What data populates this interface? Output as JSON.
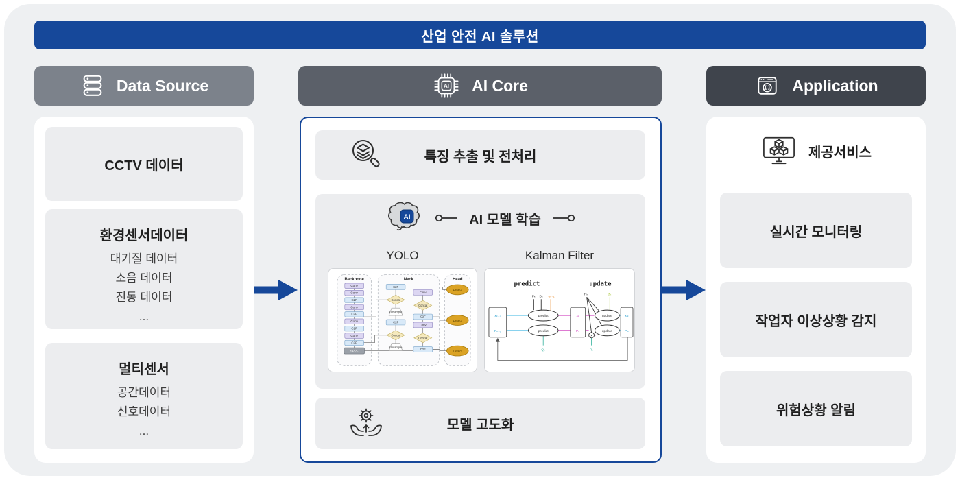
{
  "banner": {
    "title": "산업 안전 AI 솔루션"
  },
  "data_source": {
    "header": "Data Source",
    "cards": [
      {
        "title": "CCTV 데이터",
        "items": []
      },
      {
        "title": "환경센서데이터",
        "items": [
          "대기질 데이터",
          "소음 데이터",
          "진동 데이터",
          "..."
        ]
      },
      {
        "title": "멀티센서",
        "items": [
          "공간데이터",
          "신호데이터",
          "..."
        ]
      }
    ]
  },
  "ai_core": {
    "header": "AI Core",
    "feature_label": "특징 추출 및 전처리",
    "refine_label": "모델 고도화",
    "training": {
      "title": "AI 모델 학습",
      "badge": "AI",
      "model_left": "YOLO",
      "model_right": "Kalman Filter",
      "yolo": {
        "columns": [
          "Backbone",
          "Neck",
          "Head"
        ],
        "backbone_layers": [
          "Conv",
          "Conv",
          "C2F",
          "Conv",
          "C2F",
          "Conv",
          "C2F",
          "Conv",
          "C2F",
          "SPPF"
        ],
        "neck_a": [
          "C2F",
          "Concat",
          "Upsample",
          "C2F",
          "Concat",
          "Upsample"
        ],
        "neck_b": [
          "Conv",
          "Concat",
          "C2F",
          "Conv",
          "Concat",
          "C2F"
        ],
        "head_layers": [
          "Detect",
          "Detect",
          "Detect"
        ]
      },
      "kalman": {
        "predict_label": "predict",
        "update_label": "update",
        "op_predict1": "predict",
        "op_predict2": "predict",
        "op_update1": "update",
        "op_update2": "update",
        "state_left1": "xₖ₋₁",
        "state_left2": "Pₖ₋₁",
        "state_mid1": "xₖ",
        "state_mid2": "Pₖ",
        "state_right1": "x'ₖ",
        "state_right2": "P'ₖ",
        "in_f": "Fₖ",
        "in_b": "Bₖ",
        "in_u": "uₖ₋₁",
        "in_h": "Hₖ",
        "in_z": "zₖ",
        "in_q": "Qₖ",
        "in_r": "Rₖ",
        "gain_node": "×"
      }
    }
  },
  "application": {
    "header": "Application",
    "service_title": "제공서비스",
    "cards": [
      "실시간 모니터링",
      "작업자 이상상황 감지",
      "위험상황 알림"
    ]
  },
  "chip_badge": "AI",
  "colors": {
    "banner_blue": "#16489A",
    "arrow_blue": "#16489A",
    "header_gray_light": "#7C828B",
    "header_gray_mid": "#5B6069",
    "header_gray_dark": "#3F444C",
    "container_bg": "#EEF0F2",
    "panel_bg": "#FFFFFF",
    "card_bg": "#ECEDEF",
    "yolo_conv": "#DCD6F2",
    "yolo_c2f": "#D8E9F8",
    "yolo_concat": "#F5E9BD",
    "yolo_sppf": "#9AA0A8",
    "yolo_detect": "#DBA325"
  }
}
